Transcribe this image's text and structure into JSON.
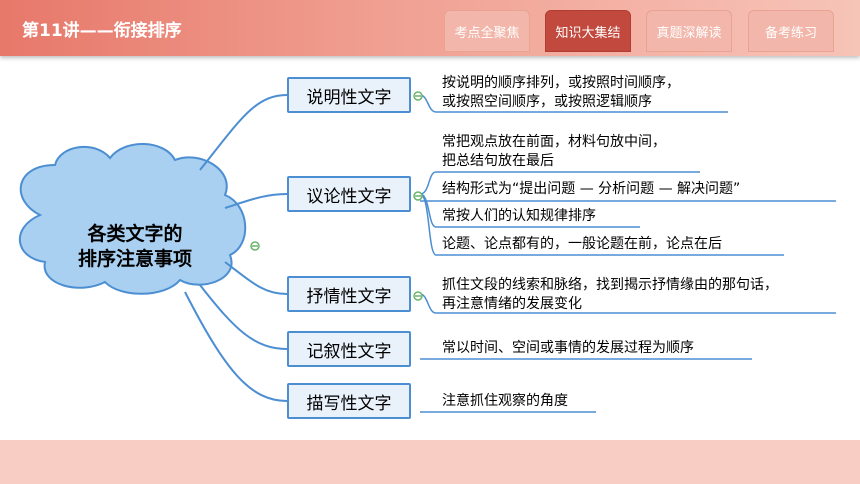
{
  "header": {
    "title": "第11讲——衔接排序",
    "tabs": [
      {
        "label": "考点全聚焦",
        "active": false
      },
      {
        "label": "知识大集结",
        "active": true
      },
      {
        "label": "真题深解读",
        "active": false
      },
      {
        "label": "备考练习",
        "active": false
      }
    ]
  },
  "colors": {
    "header": "#e7786a",
    "active_tab": "#c2493d",
    "node_border": "#4c8ed2",
    "cloud_fill": "#a9d0f0",
    "footer": "#f7cdc4"
  },
  "mindmap": {
    "center_lines": [
      "各类文字的",
      "排序注意事项"
    ],
    "branches": [
      {
        "label": "说明性文字",
        "notes": [
          [
            "按说明的顺序排列，或按照时间顺序，",
            "或按照空间顺序，或按照逻辑顺序"
          ]
        ]
      },
      {
        "label": "议论性文字",
        "notes": [
          [
            "常把观点放在前面，材料句放中间，",
            "把总结句放在最后"
          ],
          [
            "结构形式为“提出问题 — 分析问题 — 解决问题”"
          ],
          [
            "常按人们的认知规律排序"
          ],
          [
            "论题、论点都有的，一般论题在前，论点在后"
          ]
        ]
      },
      {
        "label": "抒情性文字",
        "notes": [
          [
            "抓住文段的线索和脉络，找到揭示抒情缘由的那句话，",
            "再注意情绪的发展变化"
          ]
        ]
      },
      {
        "label": "记叙性文字",
        "notes": [
          [
            "常以时间、空间或事情的发展过程为顺序"
          ]
        ]
      },
      {
        "label": "描写性文字",
        "notes": [
          [
            "注意抓住观察的角度"
          ]
        ]
      }
    ]
  }
}
